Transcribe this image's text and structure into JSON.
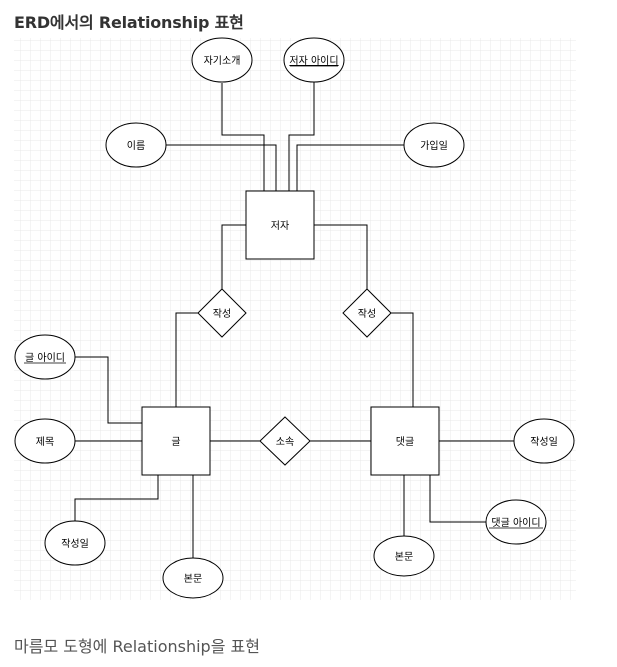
{
  "page": {
    "title": "ERD에서의 Relationship 표현",
    "caption": "마름모 도형에 Relationship을 표현"
  },
  "colors": {
    "grid": "#e6e6e6",
    "stroke": "#000000",
    "fill": "#ffffff",
    "title": "#333333",
    "caption": "#555555"
  },
  "entities": {
    "author": "저자",
    "post": "글",
    "comment": "댓글"
  },
  "relationships": {
    "author_post": "작성",
    "author_comment": "작성",
    "post_comment": "소속"
  },
  "attributes": {
    "author_intro": "자기소개",
    "author_id": "저자 아이디",
    "author_name": "이름",
    "author_joined": "가입일",
    "post_id": "글 아이디",
    "post_title": "제목",
    "post_date": "작성일",
    "post_body": "본문",
    "comment_date": "작성일",
    "comment_id": "댓글 아이디",
    "comment_body": "본문"
  }
}
